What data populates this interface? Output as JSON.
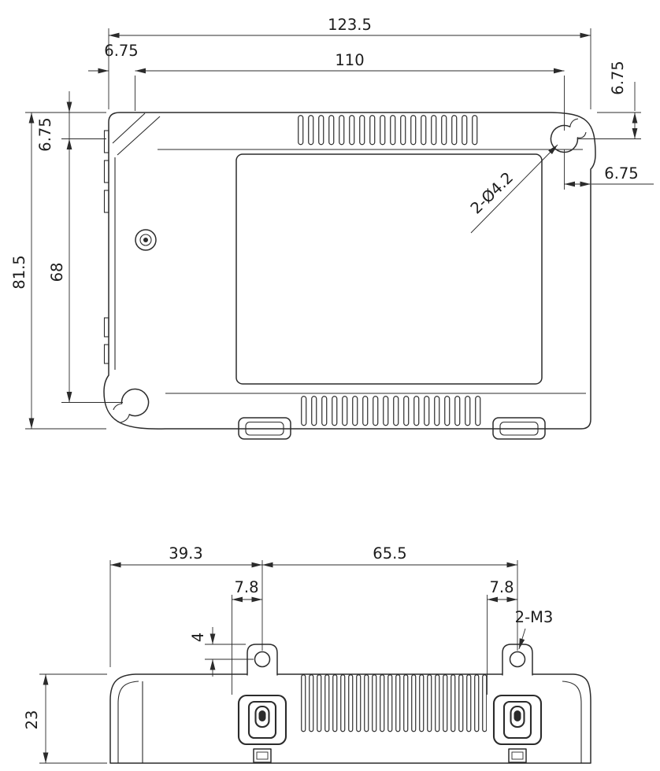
{
  "colors": {
    "line": "#2b2b2b",
    "text": "#1c1c1c",
    "background": "#ffffff"
  },
  "top_view": {
    "dim_overall_width": "123.5",
    "dim_hole_span_width": "110",
    "dim_left_margin": "6.75",
    "dim_top_margin_right": "6.75",
    "dim_right_margin": "6.75",
    "dim_top_margin_left": "6.75",
    "dim_overall_height": "81.5",
    "dim_hole_span_height": "68",
    "label_mounting_holes": "2-Ø4.2"
  },
  "side_view": {
    "dim_left_to_ear": "39.3",
    "dim_ear_spacing": "65.5",
    "dim_ear_hole_offset_left": "7.8",
    "dim_ear_hole_offset_right": "7.8",
    "label_ear_thread": "2-M3",
    "dim_hole_from_top": "4",
    "dim_body_height": "23"
  }
}
